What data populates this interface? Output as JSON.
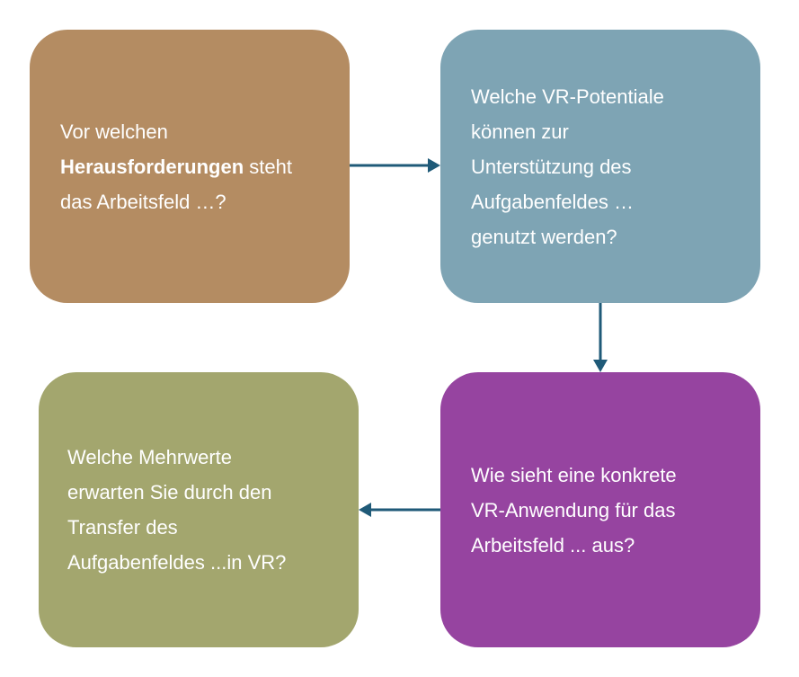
{
  "colors": {
    "challenges_box": "#b48c62",
    "potentials_box": "#7ea4b4",
    "application_box": "#9644a0",
    "value_box": "#a3a66e",
    "arrow": "#1f5a78",
    "text": "#ffffff"
  },
  "boxes": {
    "challenges": {
      "line1": "Vor welchen",
      "line2_bold": "Herausforderungen",
      "line2_rest": " steht",
      "line3": "das Arbeitsfeld …?"
    },
    "potentials": {
      "line1": "Welche VR-Potentiale",
      "line2": "können zur",
      "line3": "Unterstützung des",
      "line4": "Aufgabenfeldes …",
      "line5": "genutzt werden?"
    },
    "application": {
      "line1": "Wie sieht eine konkrete",
      "line2": "VR-Anwendung für das",
      "line3": "Arbeitsfeld ... aus?"
    },
    "value": {
      "line1": "Welche Mehrwerte",
      "line2": "erwarten Sie durch den",
      "line3": "Transfer des",
      "line4": "Aufgabenfeldes ...in VR?"
    }
  },
  "arrows": [
    {
      "from": "challenges",
      "to": "potentials",
      "direction": "right"
    },
    {
      "from": "potentials",
      "to": "application",
      "direction": "down"
    },
    {
      "from": "application",
      "to": "value",
      "direction": "left"
    }
  ]
}
